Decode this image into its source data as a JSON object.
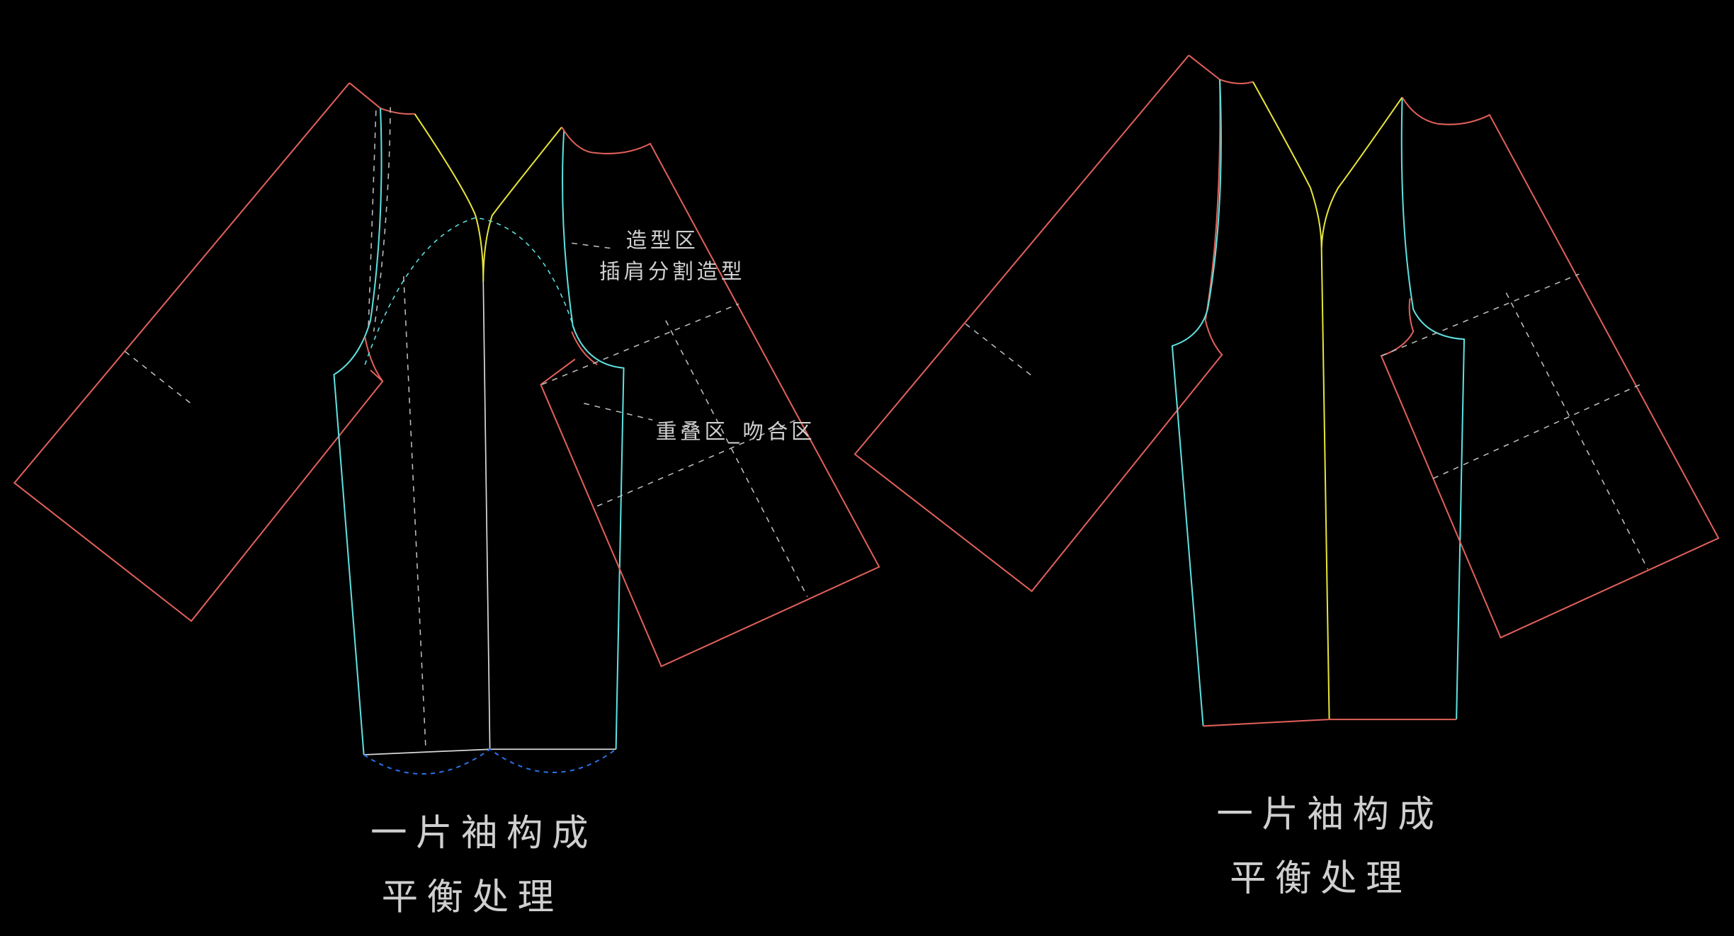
{
  "colors": {
    "background": "#000000",
    "sleeve": "#e0605a",
    "body": "#5fe0e0",
    "neckline": "#e6e43a",
    "guide": "#bdbdbd",
    "hem_curve": "#2a6fe8"
  },
  "left_figure": {
    "annotation_top": "造型区",
    "annotation_sub": "插肩分割造型",
    "annotation_mid": "重叠区_吻合区",
    "caption_line1": "一片袖构成",
    "caption_line2": "平衡处理"
  },
  "right_figure": {
    "caption_line1": "一片袖构成",
    "caption_line2": "平衡处理"
  }
}
